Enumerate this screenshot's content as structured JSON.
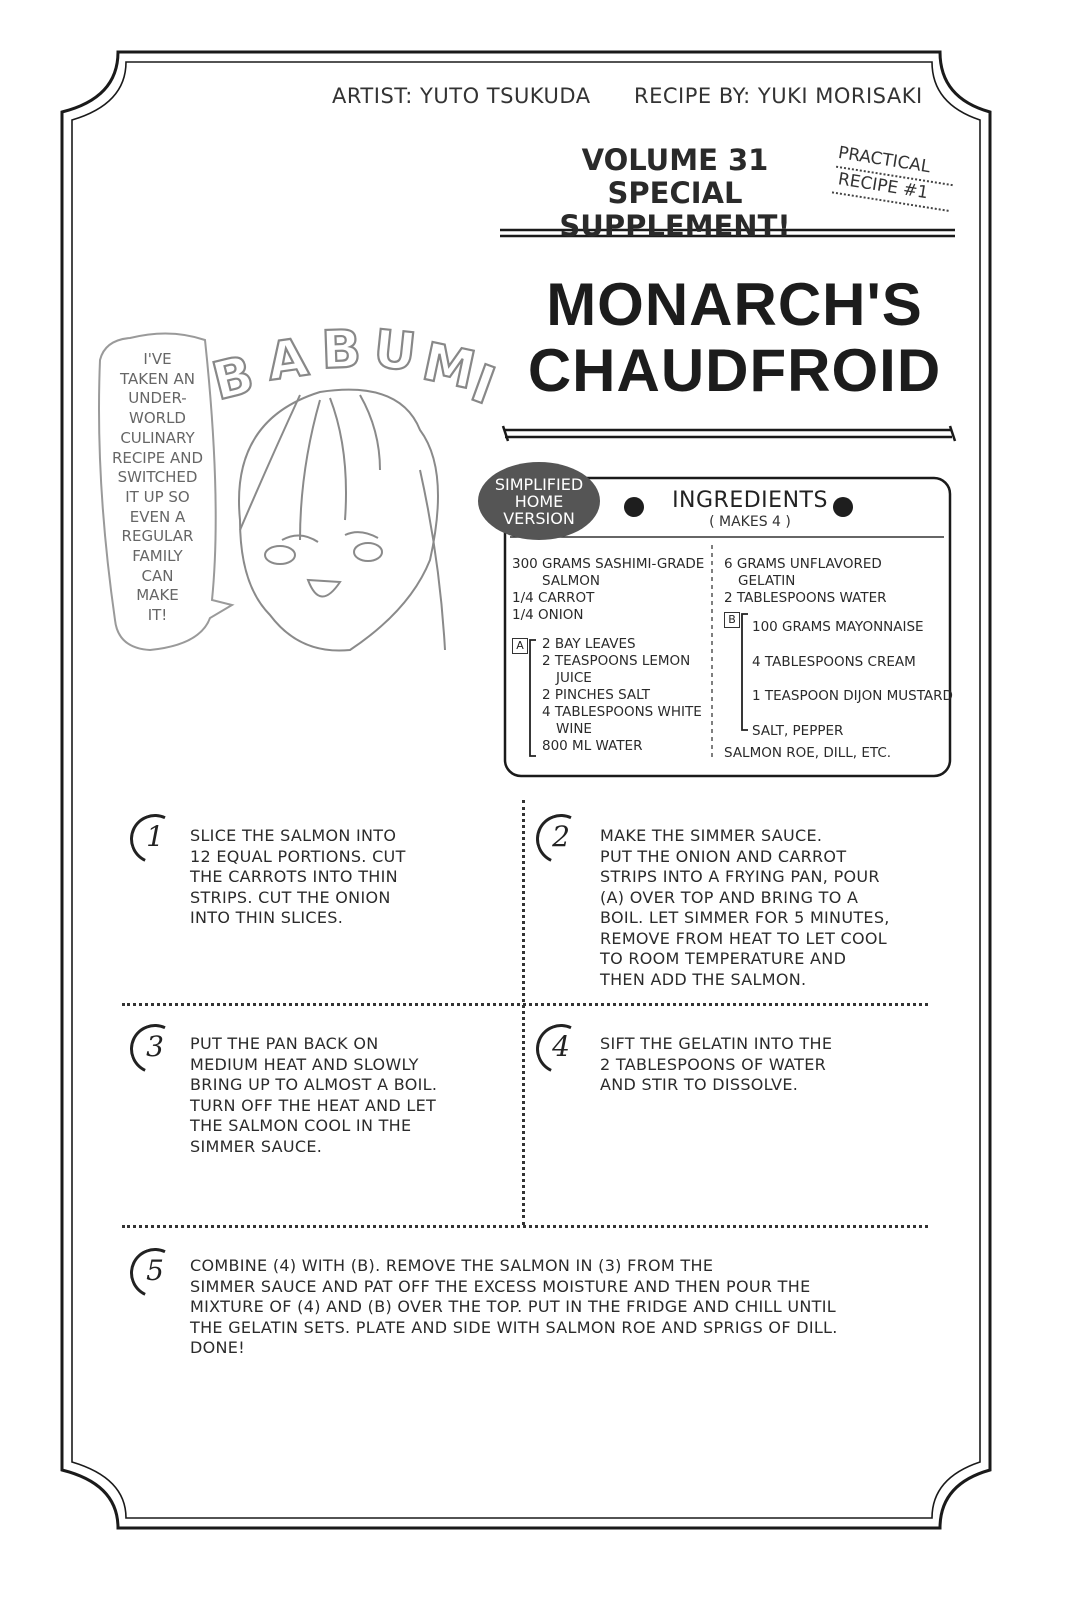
{
  "credits": {
    "artist": "ARTIST: YUTO TSUKUDA",
    "recipe_by": "RECIPE BY: YUKI MORISAKI"
  },
  "header": {
    "volume_line1": "VOLUME 31",
    "volume_line2": "SPECIAL SUPPLEMENT!",
    "practical_line1": "PRACTICAL",
    "practical_line2": "RECIPE #1"
  },
  "title": {
    "line1": "MONARCH'S",
    "line2": "CHAUDFROID"
  },
  "illustration": {
    "sfx": "BABUMI",
    "speech": [
      "I'VE",
      "TAKEN AN",
      "UNDER-",
      "WORLD",
      "CULINARY",
      "RECIPE AND",
      "SWITCHED",
      "IT UP SO",
      "EVEN A",
      "REGULAR",
      "FAMILY",
      "CAN",
      "MAKE",
      "IT!"
    ]
  },
  "badge": {
    "line1": "SIMPLIFIED",
    "line2": "HOME",
    "line3": "VERSION"
  },
  "ingredients": {
    "title": "INGREDIENTS",
    "makes": "( MAKES 4 )",
    "left_top": [
      "300 GRAMS SASHIMI-GRADE",
      "SALMON",
      "1/4 CARROT",
      "1/4 ONION"
    ],
    "group_a_label": "A",
    "group_a": [
      "2 BAY LEAVES",
      "2 TEASPOONS LEMON",
      "JUICE",
      "2 PINCHES SALT",
      "4 TABLESPOONS WHITE",
      "WINE",
      "800 ML WATER"
    ],
    "right_top": [
      "6 GRAMS UNFLAVORED",
      "GELATIN",
      "2 TABLESPOONS WATER"
    ],
    "group_b_label": "B",
    "group_b": [
      "100 GRAMS MAYONNAISE",
      "4 TABLESPOONS CREAM",
      "1 TEASPOON DIJON MUSTARD",
      "SALT, PEPPER"
    ],
    "garnish": "SALMON ROE, DILL, ETC."
  },
  "steps": [
    {
      "num": "1",
      "lines": [
        "SLICE THE SALMON INTO",
        "12 EQUAL PORTIONS. CUT",
        "THE CARROTS INTO THIN",
        "STRIPS. CUT THE ONION",
        "INTO THIN SLICES."
      ]
    },
    {
      "num": "2",
      "lines": [
        "MAKE THE SIMMER SAUCE.",
        "PUT THE ONION AND CARROT",
        "STRIPS INTO A FRYING PAN, POUR",
        "(A) OVER TOP AND BRING TO A",
        "BOIL. LET SIMMER FOR 5 MINUTES,",
        "REMOVE FROM HEAT TO LET COOL",
        "TO ROOM TEMPERATURE AND",
        "THEN ADD THE SALMON."
      ]
    },
    {
      "num": "3",
      "lines": [
        "PUT THE PAN BACK ON",
        "MEDIUM HEAT AND SLOWLY",
        "BRING UP TO ALMOST A BOIL.",
        "TURN OFF THE HEAT AND LET",
        "THE SALMON COOL IN THE",
        "SIMMER SAUCE."
      ]
    },
    {
      "num": "4",
      "lines": [
        "SIFT THE GELATIN INTO THE",
        "2 TABLESPOONS OF WATER",
        "AND STIR TO DISSOLVE."
      ]
    },
    {
      "num": "5",
      "lines": [
        "COMBINE (4) WITH (B). REMOVE THE SALMON IN (3) FROM THE",
        "SIMMER SAUCE AND PAT OFF THE EXCESS MOISTURE AND THEN POUR THE",
        "MIXTURE OF (4) AND (B) OVER THE TOP. PUT IN THE FRIDGE AND CHILL UNTIL",
        "THE GELATIN SETS. PLATE AND SIDE WITH SALMON ROE AND SPRIGS OF DILL.",
        "DONE!"
      ]
    }
  ]
}
